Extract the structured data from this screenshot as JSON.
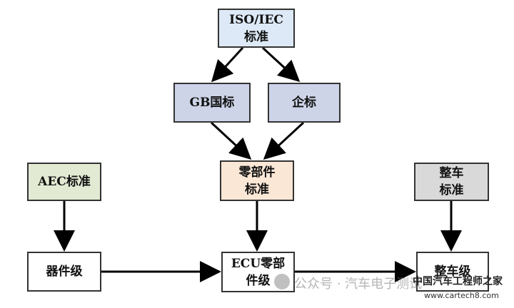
{
  "nodes": {
    "iso_iec": {
      "line1": "ISO/IEC",
      "line2": "标准",
      "fill": "#dde9f6"
    },
    "gb": {
      "label": "GB国标",
      "fill": "#cdd4e8"
    },
    "qi": {
      "label": "企标",
      "fill": "#cdd4e8"
    },
    "aec": {
      "label": "AEC标准",
      "fill": "#e2ead3"
    },
    "component": {
      "line1": "零部件",
      "line2": "标准",
      "fill": "#fbe7d6"
    },
    "vehicle_std": {
      "line1": "整车",
      "line2": "标准",
      "fill": "#d9d9d9"
    },
    "device": {
      "label": "器件级",
      "fill": "#ffffff"
    },
    "ecu": {
      "line1": "ECU零部",
      "line2": "件级",
      "fill": "#ffffff"
    },
    "vehicle": {
      "label": "整车级",
      "fill": "#ffffff"
    }
  },
  "watermark": {
    "text": "公众号 · 汽车电子测试",
    "site_name": "中国汽车工程师之家",
    "site_url": "www.cartech8.com"
  },
  "colors": {
    "border": "#333333",
    "arrow": "#000000"
  }
}
